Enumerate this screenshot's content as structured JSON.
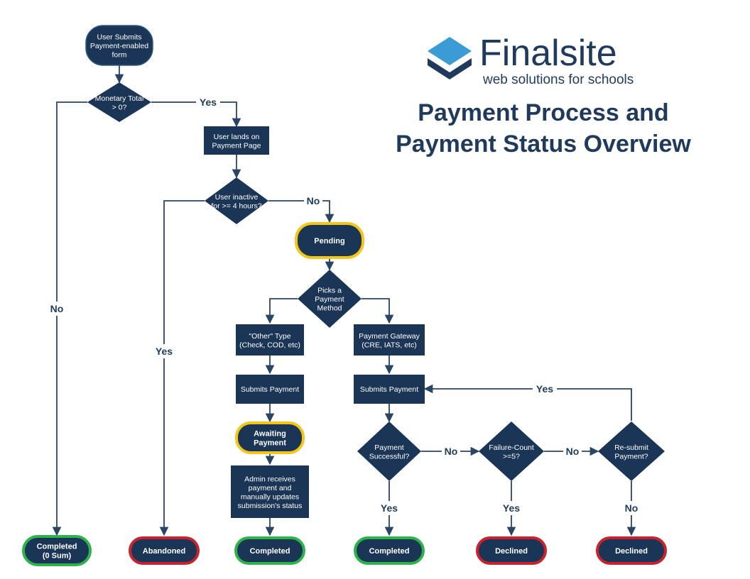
{
  "logo": {
    "word": "Finalsite",
    "tagline": "web solutions for schools"
  },
  "title": {
    "line1": "Payment Process and",
    "line2": "Payment Status Overview"
  },
  "nodes": {
    "start": [
      "User Submits",
      "Payment-enabled",
      "form"
    ],
    "monetary": [
      "Monetary Total",
      "> 0?"
    ],
    "lands": [
      "User lands on",
      "Payment Page"
    ],
    "inactive": [
      "User inactive",
      "for >= 4 hours?"
    ],
    "pending": [
      "Pending"
    ],
    "picks": [
      "Picks a",
      "Payment",
      "Method"
    ],
    "other": [
      "\"Other\" Type",
      "(Check, COD, etc)"
    ],
    "gateway": [
      "Payment Gateway",
      "(CRE, IATS, etc)"
    ],
    "submit_left": [
      "Submits Payment"
    ],
    "submit_right": [
      "Submits Payment"
    ],
    "awaiting": [
      "Awaiting",
      "Payment"
    ],
    "admin": [
      "Admin receives",
      "payment and",
      "manually  updates",
      "submission's status"
    ],
    "successful": [
      "Payment",
      "Successful?"
    ],
    "failure": [
      "Failure-Count",
      ">=5?"
    ],
    "resubmit": [
      "Re-submit",
      "Payment?"
    ],
    "end_zero": [
      "Completed",
      "(0 Sum)"
    ],
    "end_abandoned": [
      "Abandoned"
    ],
    "end_completed_mid": [
      "Completed"
    ],
    "end_completed_right": [
      "Completed"
    ],
    "end_declined_1": [
      "Declined"
    ],
    "end_declined_2": [
      "Declined"
    ]
  },
  "edges": {
    "yes_top": "Yes",
    "no_left": "No",
    "no_inactive": "No",
    "yes_inactive": "Yes",
    "yes_resubmit_loop": "Yes",
    "no_success": "No",
    "no_failure": "No",
    "yes_success": "Yes",
    "yes_failure": "Yes",
    "no_resubmit": "No"
  },
  "colors": {
    "node_fill": "#1b3556",
    "pending_border": "#f5c518",
    "completed_border": "#2db34a",
    "declined_border": "#c8232c",
    "line": "#2a4466",
    "logo_light": "#3a9bd5",
    "logo_dark": "#1f3a5a"
  }
}
